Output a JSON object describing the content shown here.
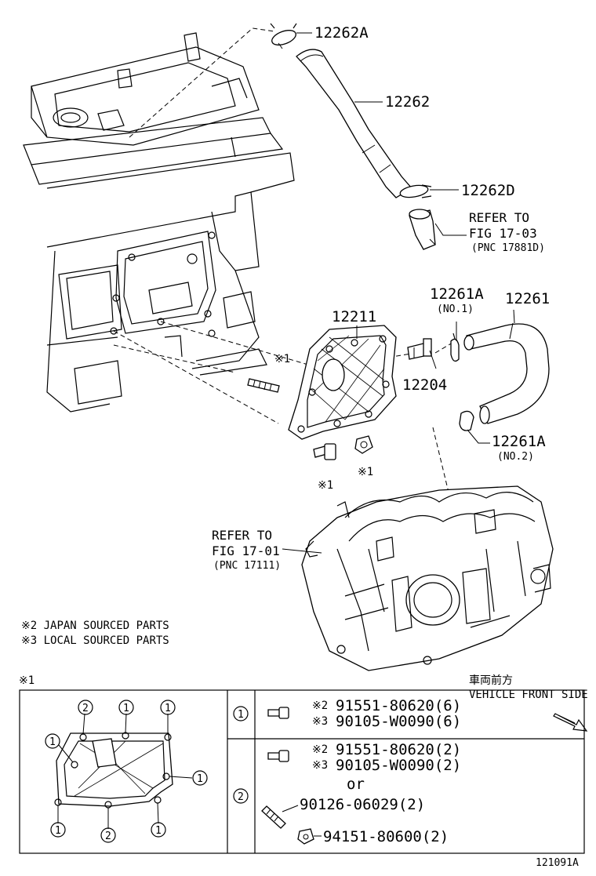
{
  "parts": {
    "p12262A": "12262A",
    "p12262": "12262",
    "p12262D": "12262D",
    "p12211": "12211",
    "p12204": "12204",
    "p12261A_1": "12261A",
    "p12261A_1_sub": "(NO.1)",
    "p12261": "12261",
    "p12261A_2": "12261A",
    "p12261A_2_sub": "(NO.2)"
  },
  "refs": {
    "ref1": {
      "line1": "REFER TO",
      "line2": "FIG 17-03",
      "line3": "(PNC 17881D)"
    },
    "ref2": {
      "line1": "REFER TO",
      "line2": "FIG 17-01",
      "line3": "(PNC 17111)"
    }
  },
  "marks": {
    "m_stud": "※1",
    "m_bolt": "※1",
    "m_nut": "※1",
    "legend_title": "※1"
  },
  "notes": {
    "n2": "※2 JAPAN SOURCED PARTS",
    "n3": "※3 LOCAL SOURCED PARTS"
  },
  "direction": {
    "jp": "車両前方",
    "en": "VEHICLE FRONT SIDE"
  },
  "legend": {
    "circle1": "1",
    "circle2": "2",
    "row1": {
      "a_mark": "※2",
      "a_pn": "91551-80620(6)",
      "b_mark": "※3",
      "b_pn": "90105-W0090(6)"
    },
    "row2": {
      "a_mark": "※2",
      "a_pn": "91551-80620(2)",
      "b_mark": "※3",
      "b_pn": "90105-W0090(2)",
      "or": "or",
      "c_pn": "90126-06029(2)",
      "d_pn": "94151-80600(2)"
    },
    "map_labels": [
      "2",
      "1",
      "1",
      "1",
      "1",
      "1",
      "2",
      "1"
    ]
  },
  "figure_id": "121091A"
}
